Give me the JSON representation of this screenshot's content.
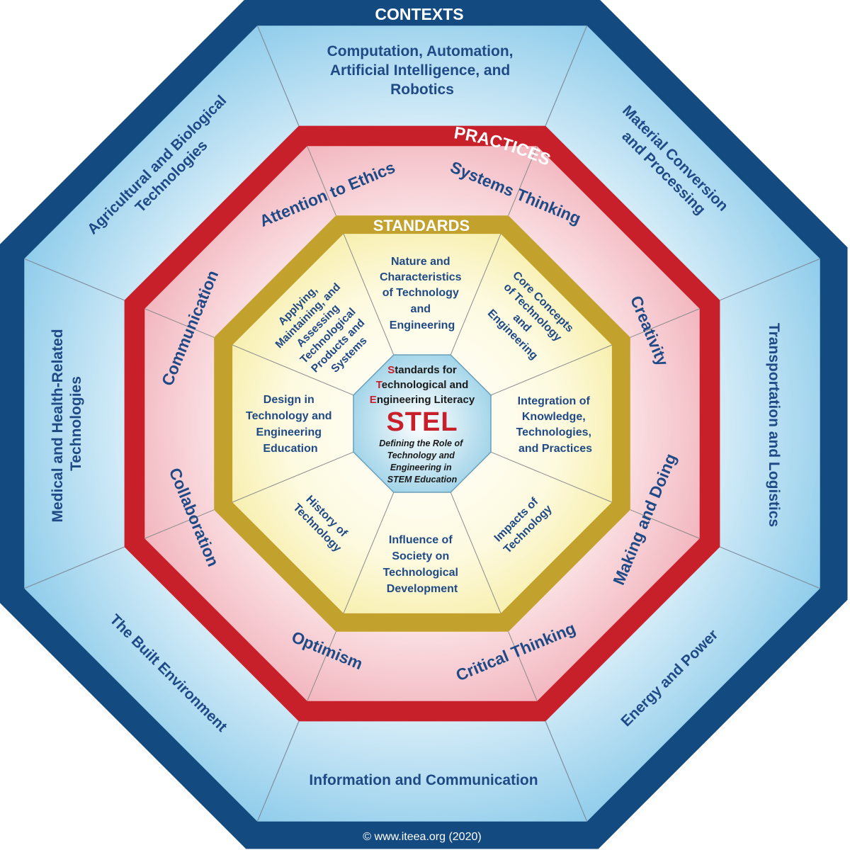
{
  "rings": {
    "contexts": {
      "title": "CONTEXTS",
      "items": [
        "Computation, Automation, Artificial Intelligence, and Robotics",
        "Material Conversion and Processing",
        "Transportation and Logistics",
        "Energy and Power",
        "Information and Communication",
        "The Built Environment",
        "Medical and Health-Related Technologies",
        "Agricultural and Biological Technologies"
      ]
    },
    "practices": {
      "title": "PRACTICES",
      "items": [
        "Systems Thinking",
        "Creativity",
        "Making and Doing",
        "Critical Thinking",
        "Optimism",
        "Collaboration",
        "Communication",
        "Attention to Ethics"
      ]
    },
    "standards": {
      "title": "STANDARDS",
      "items": [
        "Nature and Characteristics of Technology and Engineering",
        "Core Concepts of Technology and Engineering",
        "Integration of Knowledge, Technologies, and Practices",
        "Impacts of Technology",
        "Influence of Society on Technological Development",
        "History of Technology",
        "Design in Technology and Engineering Education",
        "Applying, Maintaining, and Assessing Technological Products and Systems"
      ]
    }
  },
  "center": {
    "title_lines": [
      "Standards for",
      "Technological and",
      "Engineering Literacy"
    ],
    "logo": "STEL",
    "subtitle_lines": [
      "Defining the Role of",
      "Technology and",
      "Engineering in",
      "STEM Education"
    ]
  },
  "copyright": "© www.iteea.org (2020)",
  "colors": {
    "contexts_border": "#134a80",
    "contexts_fill": "#bfe0f2",
    "practices_border": "#c8202a",
    "practices_fill": "#f6c9cf",
    "standards_border": "#c2a22c",
    "standards_fill": "#fbf5c5",
    "center_fill": "#a7d7ea",
    "label_text": "#1f4a86",
    "accent_red": "#c8202a"
  }
}
